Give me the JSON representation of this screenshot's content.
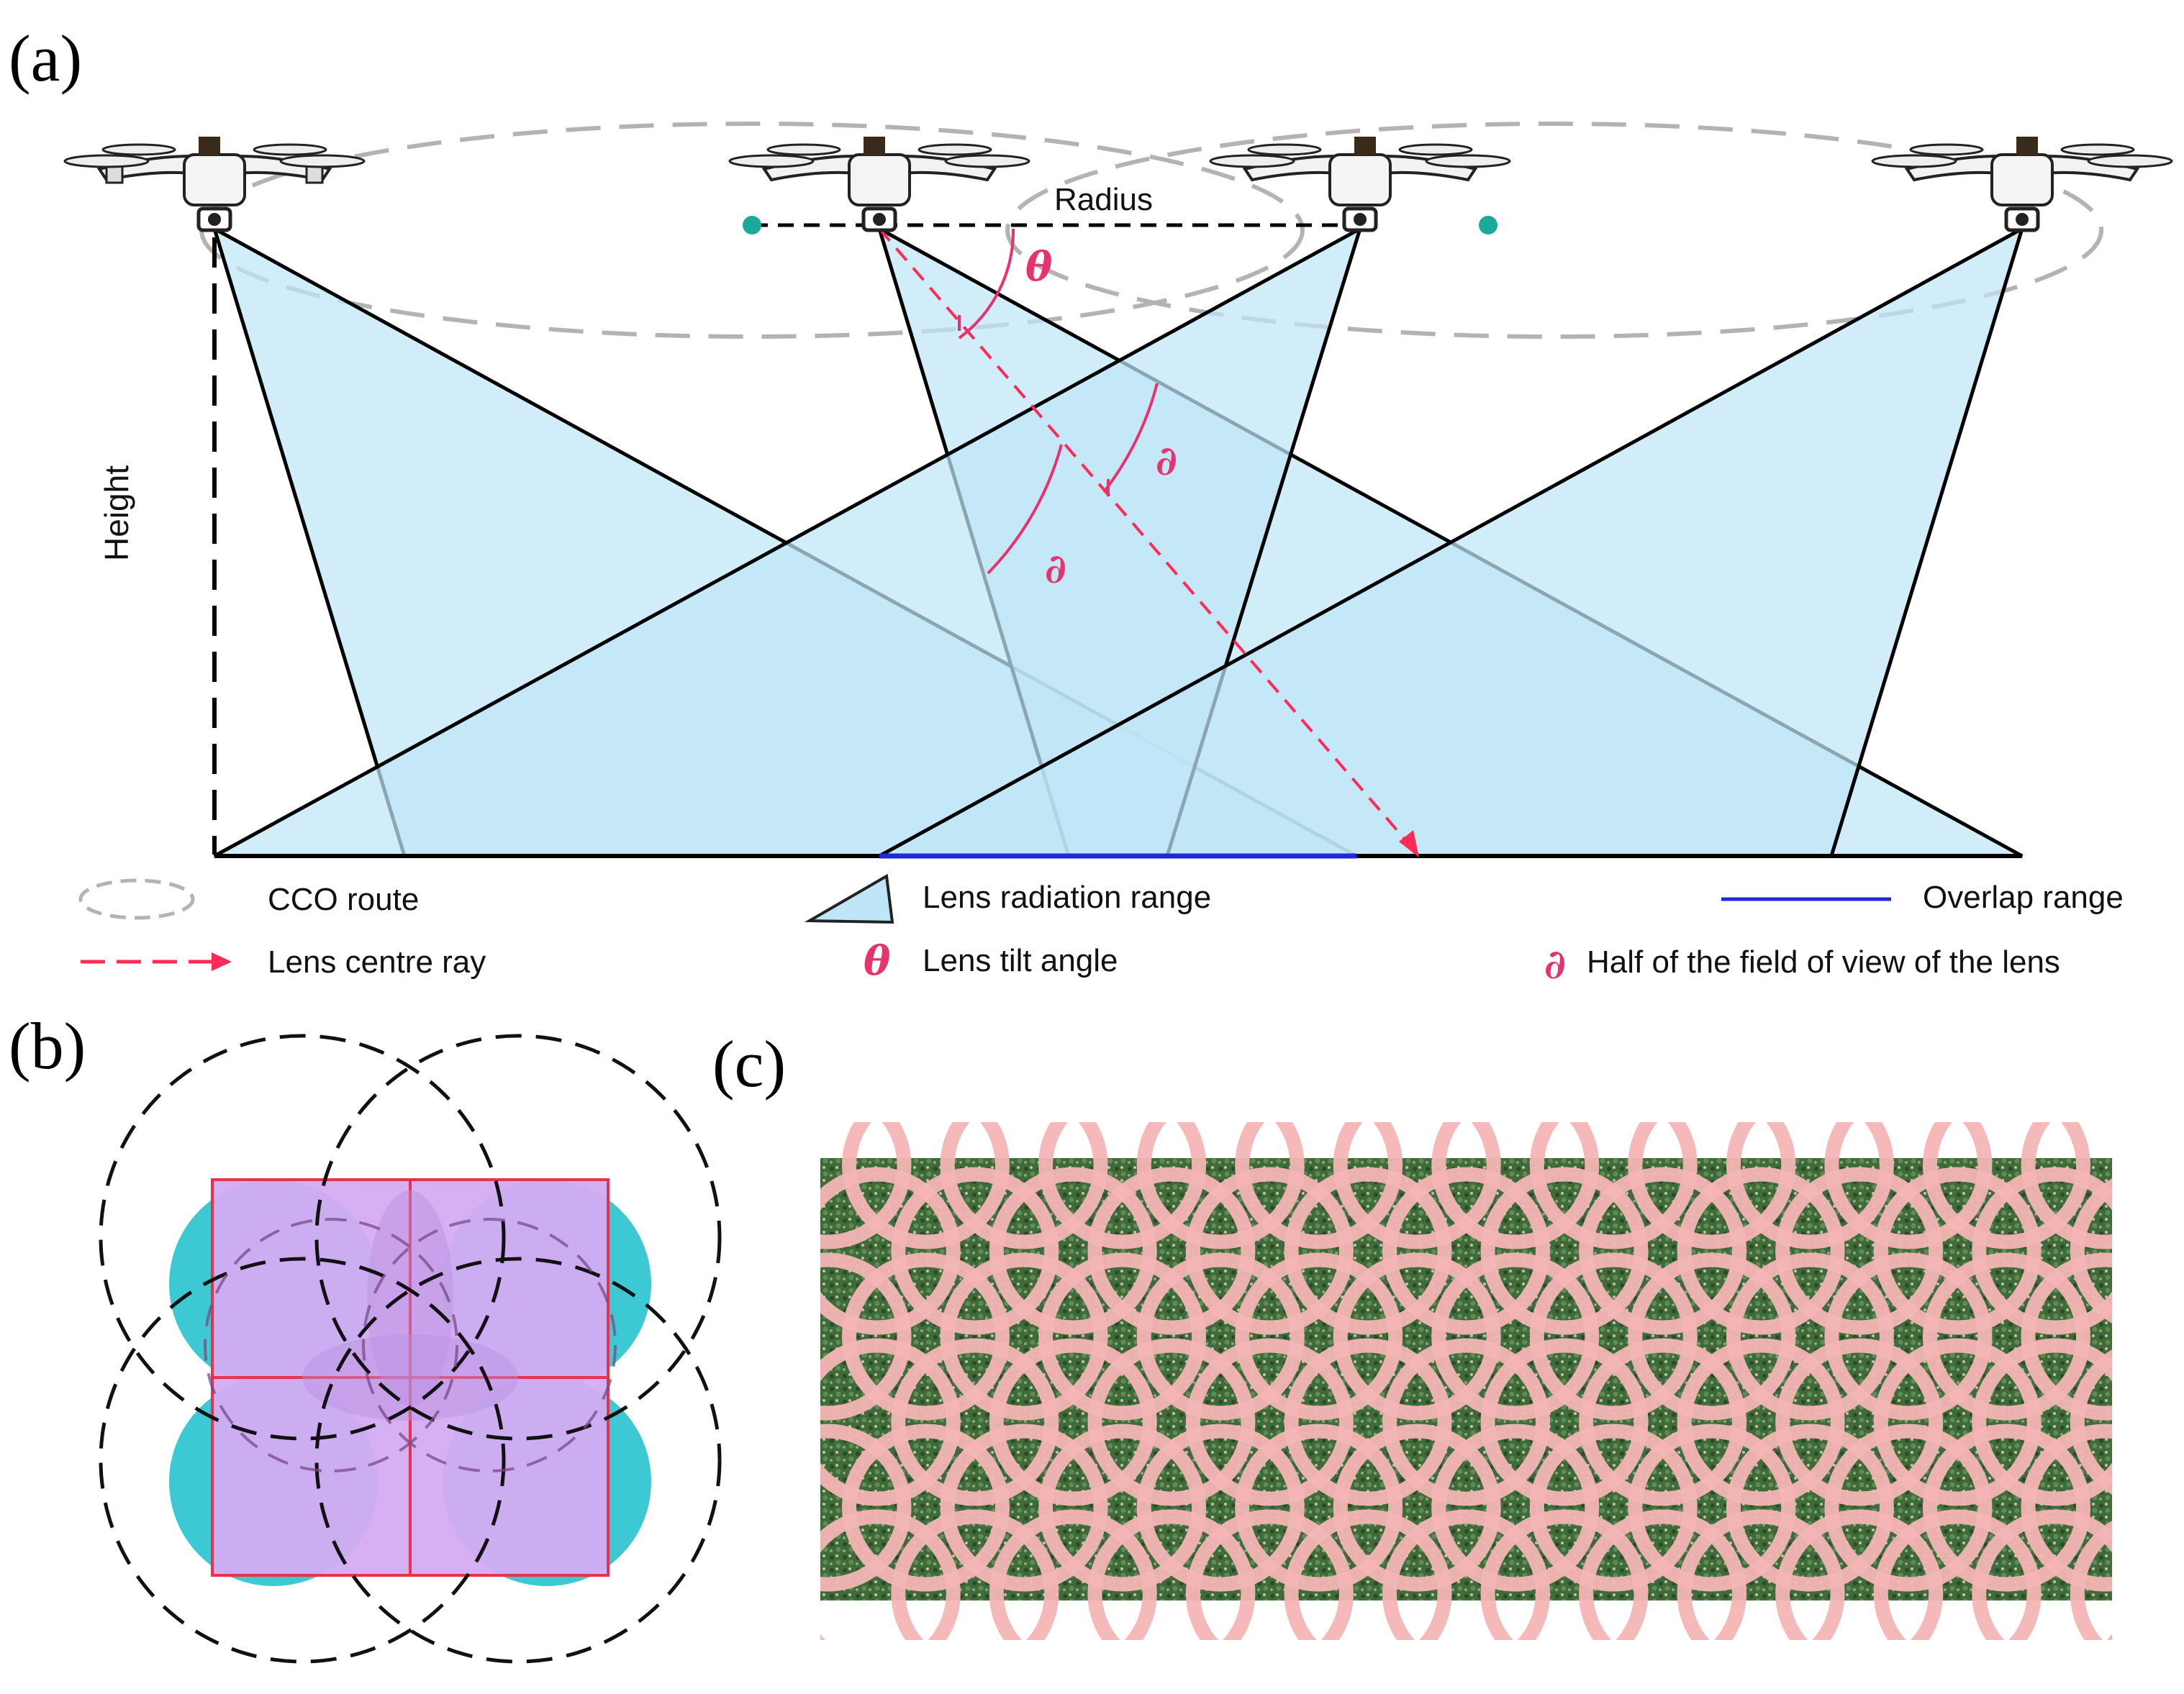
{
  "panels": {
    "a": {
      "label": "(a)"
    },
    "b": {
      "label": "(b)"
    },
    "c": {
      "label": "(c)"
    }
  },
  "diagram_a": {
    "radius_label": "Radius",
    "height_label": "Height",
    "theta_symbol": "θ",
    "half_fov_symbol": "∂"
  },
  "legend": {
    "cco_route": "CCO route",
    "lens_centre_ray": "Lens centre ray",
    "lens_radiation_range": "Lens radiation range",
    "lens_tilt_angle": "Lens tilt angle",
    "overlap_range": "Overlap range",
    "half_fov": "Half of the field of view of the lens"
  },
  "colors": {
    "cone_fill": "#bfe6f7",
    "cone_overlap": "#8fd3ee",
    "ray": "#ff2a55",
    "theta": "#e8326e",
    "overlap_line": "#1f2bd6",
    "route_dash": "#b3b3b3",
    "teal_dot": "#1aa99a",
    "circle_fill": "#3cc9d3",
    "square_fill": "#d5acf3",
    "square_edge": "#e8314a",
    "trace": "#f4b5b5",
    "vegetation": "#3f6b3a"
  }
}
